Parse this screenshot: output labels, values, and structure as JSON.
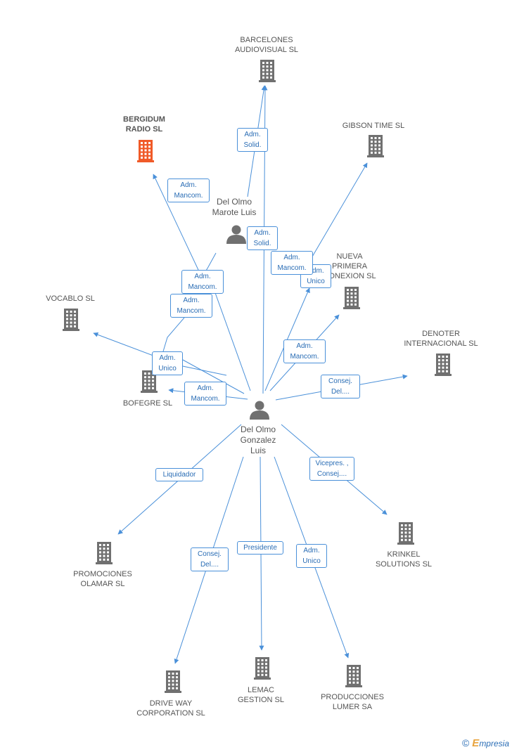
{
  "colors": {
    "edge": "#4a90d9",
    "building": "#707070",
    "building_highlight": "#f05a28",
    "person": "#707070"
  },
  "persons": [
    {
      "id": "p1",
      "lines": [
        "Del Olmo",
        "Marote Luis"
      ]
    },
    {
      "id": "p2",
      "lines": [
        "Del Olmo",
        "Gonzalez",
        "Luis"
      ]
    }
  ],
  "companies": [
    {
      "id": "barcelones",
      "lines": [
        "BARCELONES",
        "AUDIOVISUAL SL"
      ],
      "highlight": false
    },
    {
      "id": "bergidum",
      "lines": [
        "BERGIDUM",
        "RADIO SL"
      ],
      "highlight": true
    },
    {
      "id": "gibson",
      "lines": [
        "GIBSON TIME SL"
      ],
      "highlight": false
    },
    {
      "id": "nueva",
      "lines": [
        "NUEVA",
        "PRIMERA",
        "CONEXION SL"
      ],
      "highlight": false
    },
    {
      "id": "vocablo",
      "lines": [
        "VOCABLO SL"
      ],
      "highlight": false
    },
    {
      "id": "denoter",
      "lines": [
        "DENOTER",
        "INTERNACIONAL SL"
      ],
      "highlight": false
    },
    {
      "id": "bofegre",
      "lines": [
        "BOFEGRE SL"
      ],
      "highlight": false
    },
    {
      "id": "promociones",
      "lines": [
        "PROMOCIONES",
        "OLAMAR SL"
      ],
      "highlight": false
    },
    {
      "id": "krinkel",
      "lines": [
        "KRINKEL",
        "SOLUTIONS SL"
      ],
      "highlight": false
    },
    {
      "id": "lemac",
      "lines": [
        "LEMAC",
        "GESTION SL"
      ],
      "highlight": false
    },
    {
      "id": "producciones",
      "lines": [
        "PRODUCCIONES",
        "LUMER SA"
      ],
      "highlight": false
    },
    {
      "id": "driveway",
      "lines": [
        "DRIVE WAY",
        "CORPORATION SL"
      ],
      "highlight": false
    }
  ],
  "edge_labels": [
    {
      "id": "e1",
      "lines": [
        "Adm.",
        "Solid."
      ]
    },
    {
      "id": "e2",
      "lines": [
        "Adm.",
        "Mancom."
      ]
    },
    {
      "id": "e3",
      "lines": [
        "Adm.",
        "Solid."
      ]
    },
    {
      "id": "e4",
      "lines": [
        "Adm.",
        "Mancom."
      ]
    },
    {
      "id": "e5",
      "lines": [
        "Adm.",
        "Unico"
      ]
    },
    {
      "id": "e6",
      "lines": [
        "Adm.",
        "Mancom."
      ]
    },
    {
      "id": "e7",
      "lines": [
        "Adm.",
        "Mancom."
      ]
    },
    {
      "id": "e8",
      "lines": [
        "Adm.",
        "Unico"
      ]
    },
    {
      "id": "e9",
      "lines": [
        "Adm.",
        "Mancom."
      ]
    },
    {
      "id": "e10",
      "lines": [
        "Adm.",
        "Mancom."
      ]
    },
    {
      "id": "e11",
      "lines": [
        "Consej.",
        "Del...."
      ]
    },
    {
      "id": "e12",
      "lines": [
        "Liquidador"
      ]
    },
    {
      "id": "e13",
      "lines": [
        "Vicepres. ,",
        "Consej...."
      ]
    },
    {
      "id": "e14",
      "lines": [
        "Presidente"
      ]
    },
    {
      "id": "e15",
      "lines": [
        "Consej.",
        "Del...."
      ]
    },
    {
      "id": "e16",
      "lines": [
        "Adm.",
        "Unico"
      ]
    }
  ],
  "brand": {
    "copyright": "©",
    "initial": "E",
    "rest": "mpresia"
  }
}
